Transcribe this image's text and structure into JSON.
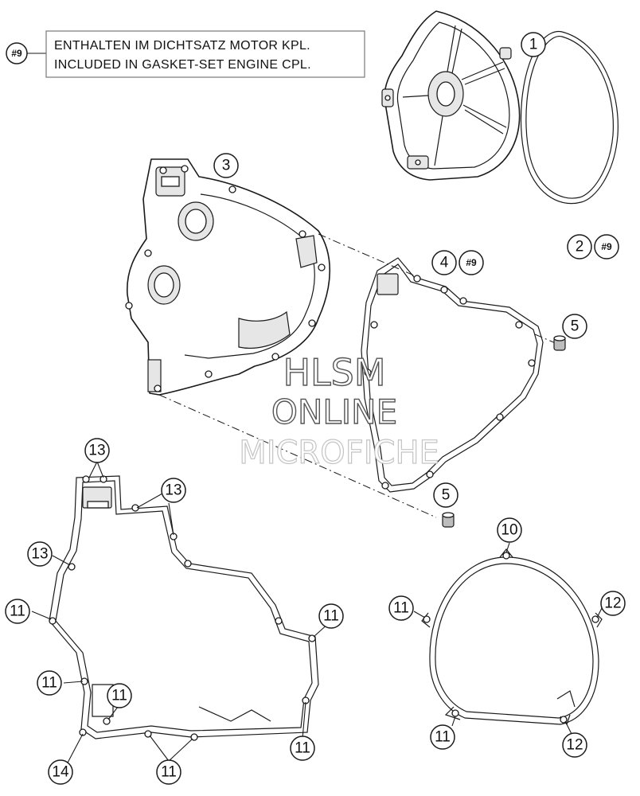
{
  "note": {
    "ref": "#9",
    "line1": "ENTHALTEN IM DICHTSATZ MOTOR KPL.",
    "line2": "INCLUDED IN GASKET-SET ENGINE CPL."
  },
  "callouts": {
    "c1": "1",
    "c2": "2",
    "c2_ref": "#9",
    "c3": "3",
    "c4": "4",
    "c4_ref": "#9",
    "c5a": "5",
    "c5b": "5",
    "c10": "10",
    "c11a": "11",
    "c11b": "11",
    "c11c": "11",
    "c11d": "11",
    "c11e": "11",
    "c11f": "11",
    "c11g": "11",
    "c11h": "11",
    "c12a": "12",
    "c12b": "12",
    "c13a": "13",
    "c13b": "13",
    "c13c": "13",
    "c14": "14"
  },
  "watermark": {
    "line1": "HLSM",
    "line2": "ONLINE",
    "line3": "MICROFICHE"
  }
}
